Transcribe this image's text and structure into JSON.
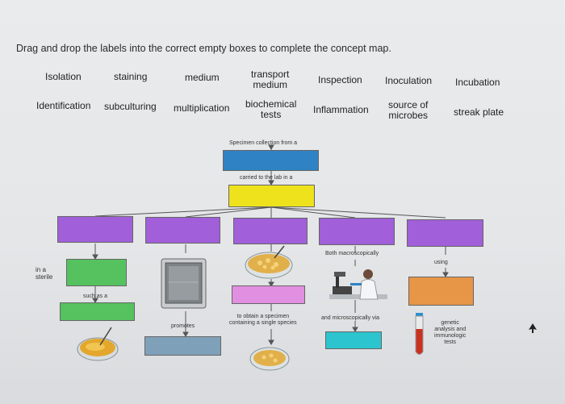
{
  "instruction": "Drag and drop the labels into the correct empty boxes to complete the concept map.",
  "labels": [
    "Isolation",
    "staining",
    "medium",
    "transport medium",
    "Inspection",
    "Inoculation",
    "Incubation",
    "Identification",
    "subculturing",
    "multiplication",
    "biochemical tests",
    "Inflammation",
    "source of microbes",
    "streak plate"
  ],
  "label_lines": {
    "transport": [
      "transport",
      "medium"
    ],
    "biochemical": [
      "biochemical",
      "tests"
    ],
    "source": [
      "source of",
      "microbes"
    ]
  },
  "captions": {
    "specimen": "Specimen collection from a",
    "carried": "carried to the lab in a",
    "in_a_sterile": [
      "in a",
      "sterile"
    ],
    "such_as_a": "such as a",
    "promotes": "promotes",
    "to_obtain": [
      "to obtain a specimen",
      "containing a single species"
    ],
    "both_macro": "Both macroscopically",
    "and_micro": "and microscopically via",
    "using": "using",
    "genetic": [
      "genetic",
      "analysis and",
      "immunologic",
      "tests"
    ]
  },
  "colors": {
    "blue": "#2f82c3",
    "yellow": "#eee21d",
    "purple": "#a15fda",
    "green": "#55c25f",
    "pink": "#e08fe1",
    "orange": "#e79547",
    "steel": "#7fa0b9",
    "teal": "#2cc4cf"
  }
}
